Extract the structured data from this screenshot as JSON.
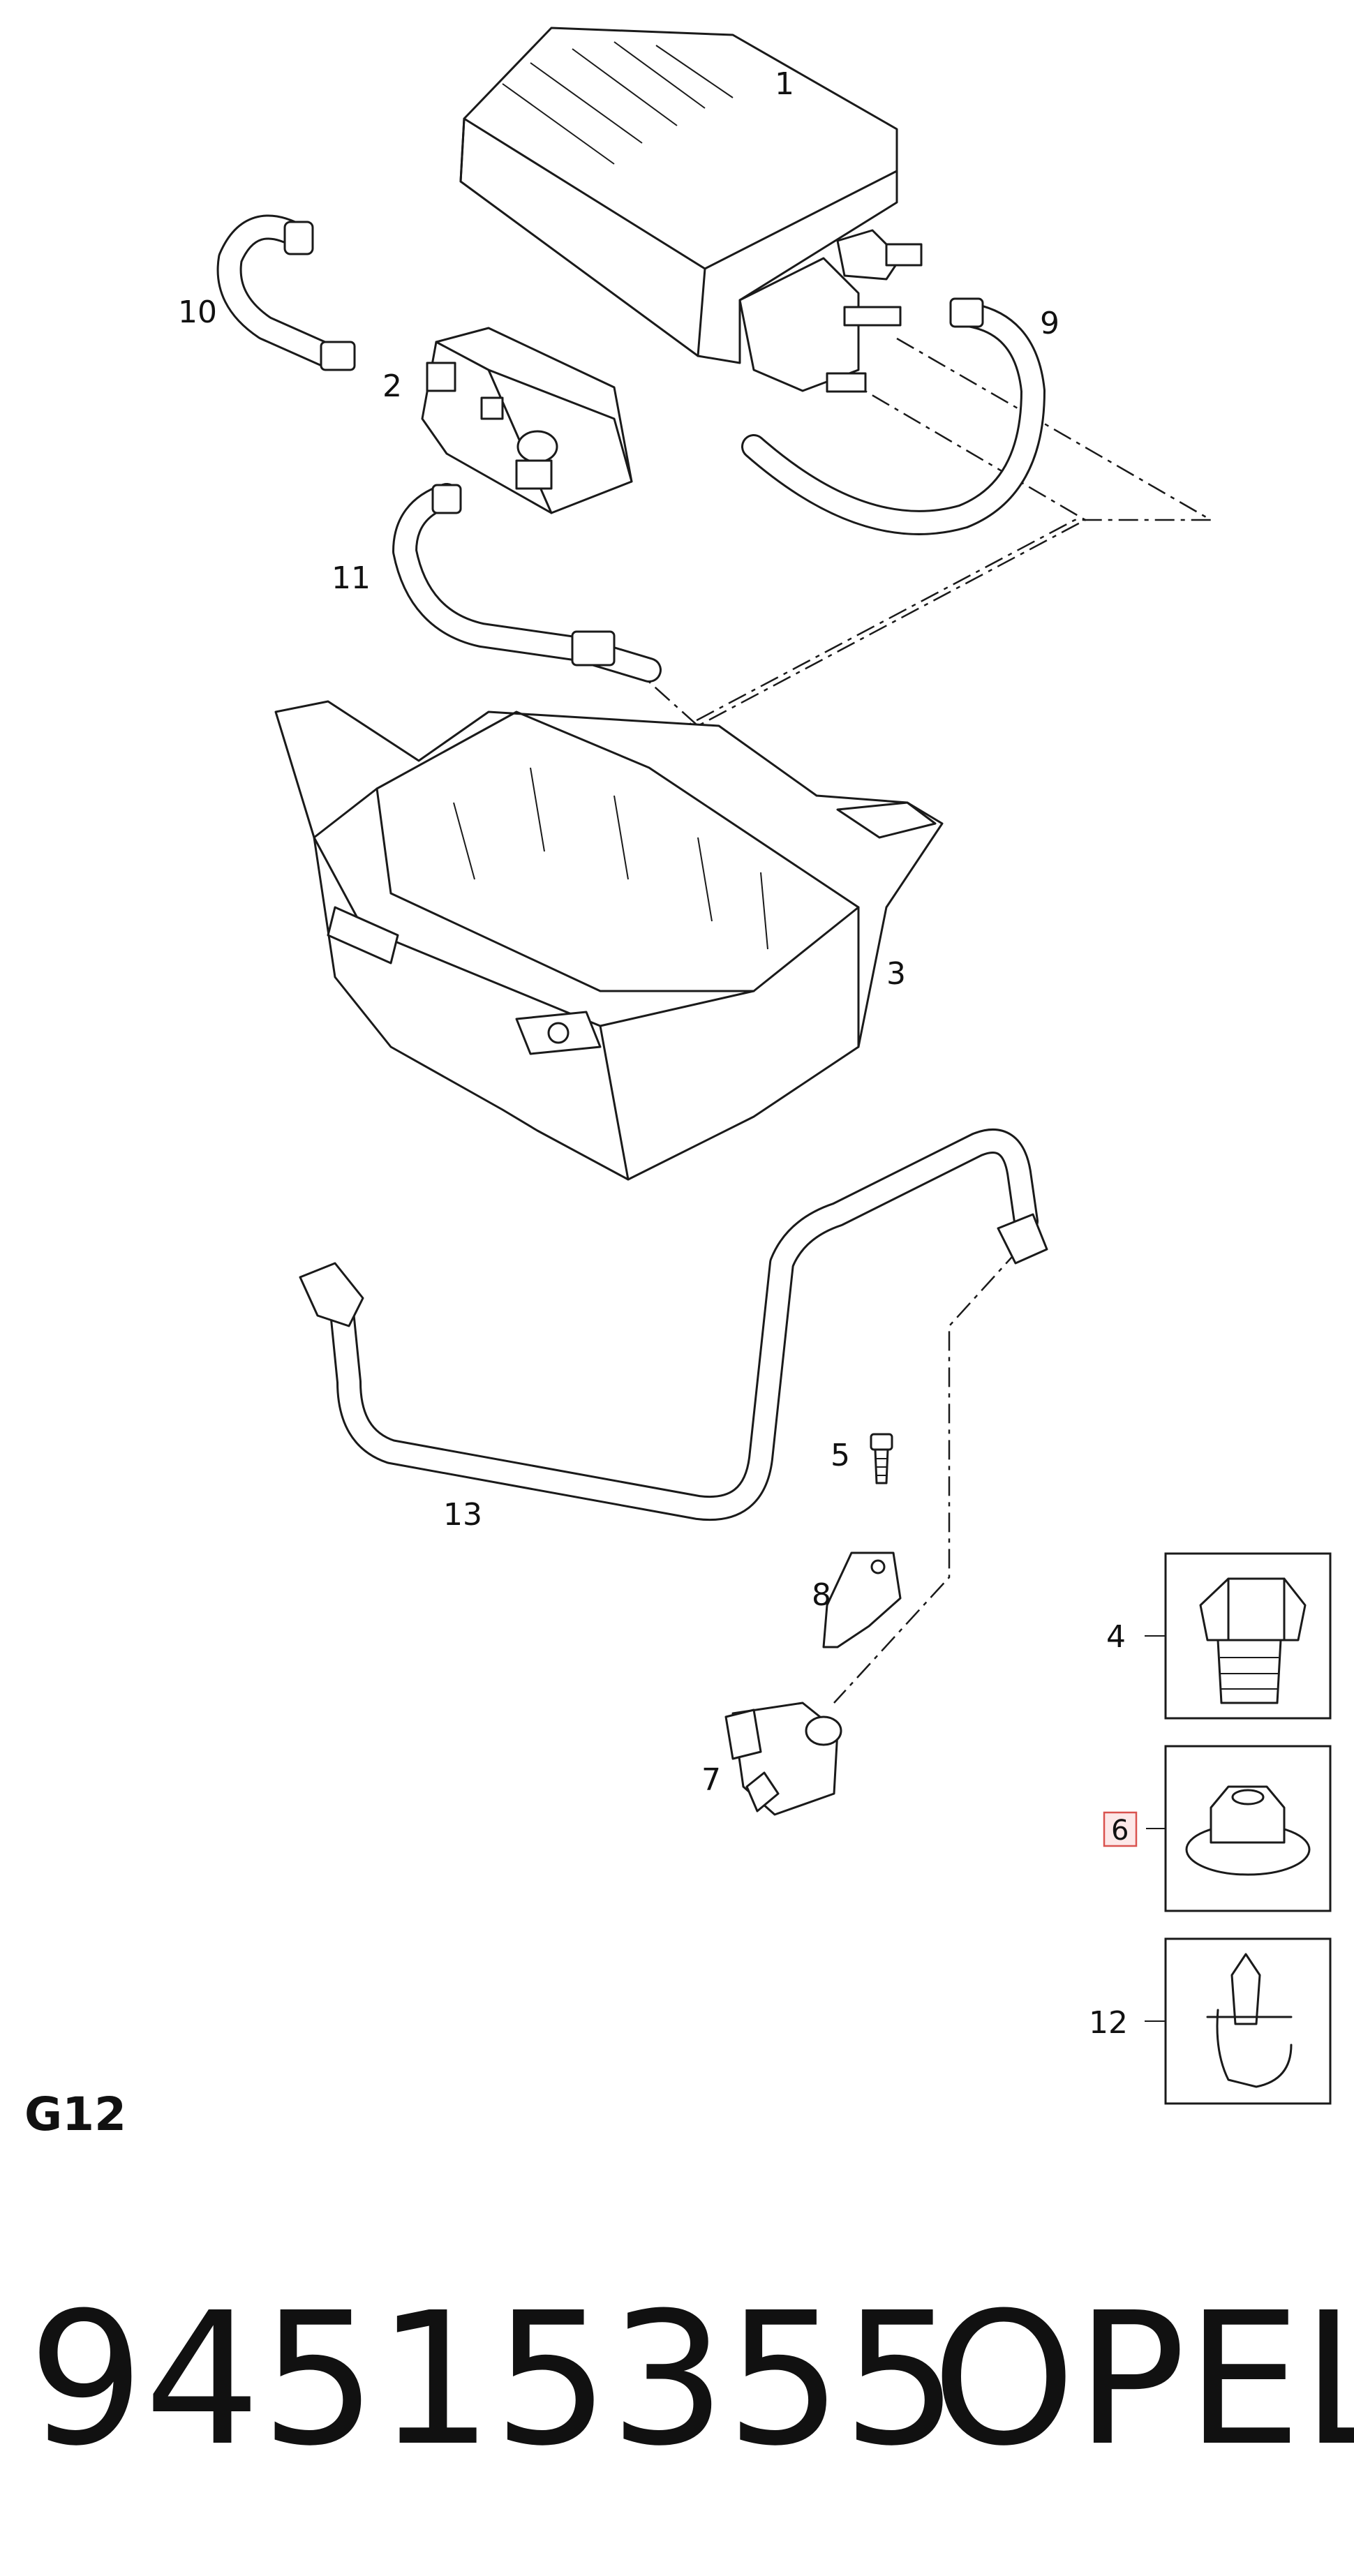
{
  "callouts": {
    "c1": "1",
    "c2": "2",
    "c3": "3",
    "c4": "4",
    "c5": "5",
    "c6": "6",
    "c7": "7",
    "c8": "8",
    "c9": "9",
    "c10": "10",
    "c11": "11",
    "c12": "12",
    "c13": "13"
  },
  "section_code": "G12",
  "part_number": "94515355",
  "brand": "OPEL",
  "highlight_color": "#d9534f",
  "icons": [
    "bolt-icon",
    "flange-nut-icon",
    "push-clip-icon"
  ]
}
